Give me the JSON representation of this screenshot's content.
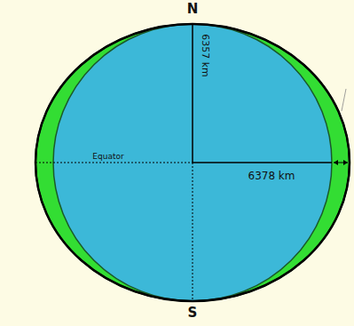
{
  "diagram": {
    "labels": [
      "N",
      "6357 km",
      "Equator",
      "6378 km",
      "S"
    ]
  }
}
